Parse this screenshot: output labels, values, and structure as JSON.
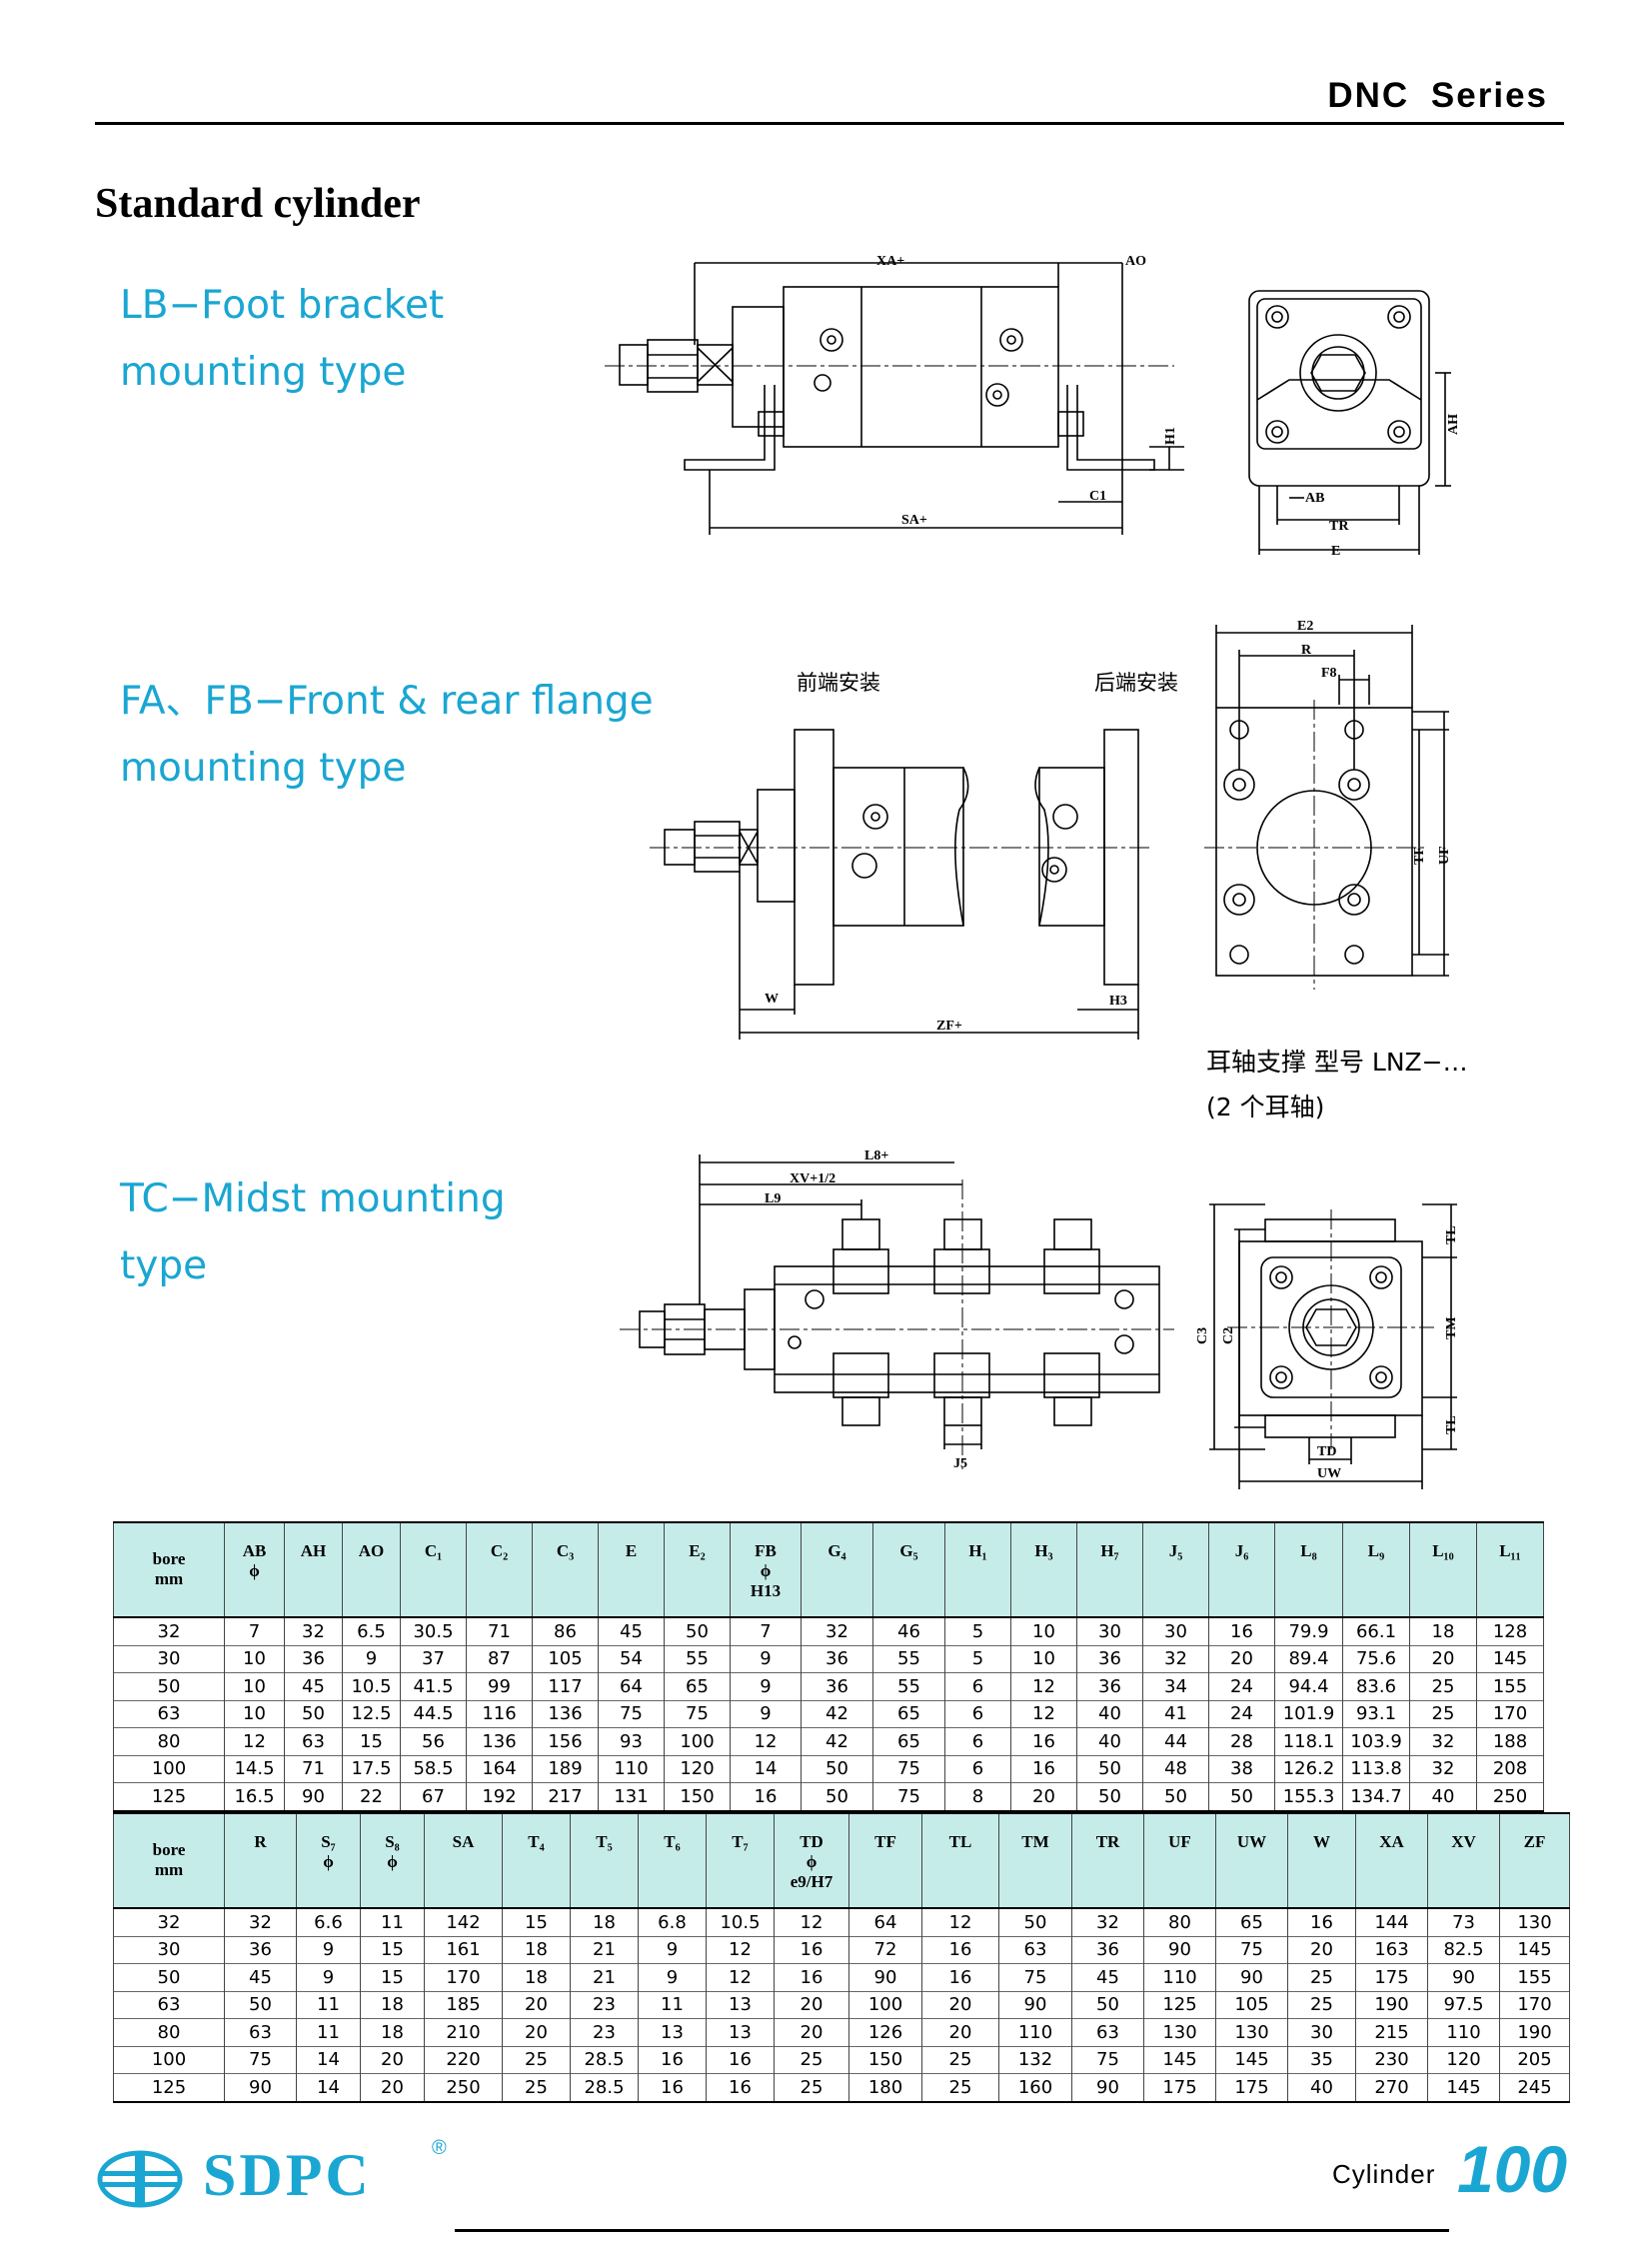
{
  "header": {
    "series": "DNC  Series"
  },
  "title": "Standard cylinder",
  "sections": {
    "lb": {
      "line1": "LB−Foot bracket",
      "line2": "mounting type"
    },
    "fa": {
      "line1": "FA、FB−Front & rear flange",
      "line2": "mounting type"
    },
    "tc": {
      "line1": "TC−Midst mounting",
      "line2": "type"
    }
  },
  "drawing_labels": {
    "xa": "XA+",
    "ao": "AO",
    "h1": "H1",
    "c1": "C1",
    "sa": "SA+",
    "ah": "AH",
    "ab": "AB",
    "tr": "TR",
    "e": "E",
    "front": "前端安装",
    "rear": "后端安装",
    "e2": "E2",
    "r": "R",
    "f8": "F8",
    "tf": "TF",
    "uf": "UF",
    "w": "W",
    "zf": "ZF+",
    "h3": "H3",
    "l8": "L8+",
    "xv": "XV+1/2",
    "l9": "L9",
    "j5": "J5",
    "c3": "C3",
    "c2": "C2",
    "tl": "TL",
    "tm": "TM",
    "td": "TD",
    "uw": "UW"
  },
  "note": {
    "line1": "耳轴支撑  型号  LNZ−…",
    "line2": "(2 个耳轴)"
  },
  "table1": {
    "headers": [
      [
        "bore",
        "mm"
      ],
      [
        "AB",
        "ϕ"
      ],
      [
        "AH"
      ],
      [
        "AO"
      ],
      [
        "C₁"
      ],
      [
        "C₂"
      ],
      [
        "C₃"
      ],
      [
        "E"
      ],
      [
        "E₂"
      ],
      [
        "FB",
        "ϕ",
        "H13"
      ],
      [
        "G₄"
      ],
      [
        "G₅"
      ],
      [
        "H₁"
      ],
      [
        "H₃"
      ],
      [
        "H₇"
      ],
      [
        "J₅"
      ],
      [
        "J₆"
      ],
      [
        "L₈"
      ],
      [
        "L₉"
      ],
      [
        "L₁₀"
      ],
      [
        "L₁₁"
      ]
    ],
    "rows": [
      [
        "32",
        "7",
        "32",
        "6.5",
        "30.5",
        "71",
        "86",
        "45",
        "50",
        "7",
        "32",
        "46",
        "5",
        "10",
        "30",
        "30",
        "16",
        "79.9",
        "66.1",
        "18",
        "128"
      ],
      [
        "30",
        "10",
        "36",
        "9",
        "37",
        "87",
        "105",
        "54",
        "55",
        "9",
        "36",
        "55",
        "5",
        "10",
        "36",
        "32",
        "20",
        "89.4",
        "75.6",
        "20",
        "145"
      ],
      [
        "50",
        "10",
        "45",
        "10.5",
        "41.5",
        "99",
        "117",
        "64",
        "65",
        "9",
        "36",
        "55",
        "6",
        "12",
        "36",
        "34",
        "24",
        "94.4",
        "83.6",
        "25",
        "155"
      ],
      [
        "63",
        "10",
        "50",
        "12.5",
        "44.5",
        "116",
        "136",
        "75",
        "75",
        "9",
        "42",
        "65",
        "6",
        "12",
        "40",
        "41",
        "24",
        "101.9",
        "93.1",
        "25",
        "170"
      ],
      [
        "80",
        "12",
        "63",
        "15",
        "56",
        "136",
        "156",
        "93",
        "100",
        "12",
        "42",
        "65",
        "6",
        "16",
        "40",
        "44",
        "28",
        "118.1",
        "103.9",
        "32",
        "188"
      ],
      [
        "100",
        "14.5",
        "71",
        "17.5",
        "58.5",
        "164",
        "189",
        "110",
        "120",
        "14",
        "50",
        "75",
        "6",
        "16",
        "50",
        "48",
        "38",
        "126.2",
        "113.8",
        "32",
        "208"
      ],
      [
        "125",
        "16.5",
        "90",
        "22",
        "67",
        "192",
        "217",
        "131",
        "150",
        "16",
        "50",
        "75",
        "8",
        "20",
        "50",
        "50",
        "50",
        "155.3",
        "134.7",
        "40",
        "250"
      ]
    ]
  },
  "table2": {
    "headers": [
      [
        "bore",
        "mm"
      ],
      [
        "R"
      ],
      [
        "S₇",
        "ϕ"
      ],
      [
        "S₈",
        "ϕ"
      ],
      [
        "SA"
      ],
      [
        "T₄"
      ],
      [
        "T₅"
      ],
      [
        "T₆"
      ],
      [
        "T₇"
      ],
      [
        "TD",
        "ϕ",
        "e9/H7"
      ],
      [
        "TF"
      ],
      [
        "TL"
      ],
      [
        "TM"
      ],
      [
        "TR"
      ],
      [
        "UF"
      ],
      [
        "UW"
      ],
      [
        "W"
      ],
      [
        "XA"
      ],
      [
        "XV"
      ],
      [
        "ZF"
      ]
    ],
    "rows": [
      [
        "32",
        "32",
        "6.6",
        "11",
        "142",
        "15",
        "18",
        "6.8",
        "10.5",
        "12",
        "64",
        "12",
        "50",
        "32",
        "80",
        "65",
        "16",
        "144",
        "73",
        "130"
      ],
      [
        "30",
        "36",
        "9",
        "15",
        "161",
        "18",
        "21",
        "9",
        "12",
        "16",
        "72",
        "16",
        "63",
        "36",
        "90",
        "75",
        "20",
        "163",
        "82.5",
        "145"
      ],
      [
        "50",
        "45",
        "9",
        "15",
        "170",
        "18",
        "21",
        "9",
        "12",
        "16",
        "90",
        "16",
        "75",
        "45",
        "110",
        "90",
        "25",
        "175",
        "90",
        "155"
      ],
      [
        "63",
        "50",
        "11",
        "18",
        "185",
        "20",
        "23",
        "11",
        "13",
        "20",
        "100",
        "20",
        "90",
        "50",
        "125",
        "105",
        "25",
        "190",
        "97.5",
        "170"
      ],
      [
        "80",
        "63",
        "11",
        "18",
        "210",
        "20",
        "23",
        "13",
        "13",
        "20",
        "126",
        "20",
        "110",
        "63",
        "130",
        "130",
        "30",
        "215",
        "110",
        "190"
      ],
      [
        "100",
        "75",
        "14",
        "20",
        "220",
        "25",
        "28.5",
        "16",
        "16",
        "25",
        "150",
        "25",
        "132",
        "75",
        "145",
        "145",
        "35",
        "230",
        "120",
        "205"
      ],
      [
        "125",
        "90",
        "14",
        "20",
        "250",
        "25",
        "28.5",
        "16",
        "16",
        "25",
        "180",
        "25",
        "160",
        "90",
        "175",
        "175",
        "40",
        "270",
        "145",
        "245"
      ]
    ]
  },
  "footer": {
    "brand": "SDPC",
    "registered": "®",
    "cylinder": "Cylinder",
    "page": "100"
  },
  "colors": {
    "accent": "#1aa6d2",
    "header_fill": "#c6ecea"
  }
}
